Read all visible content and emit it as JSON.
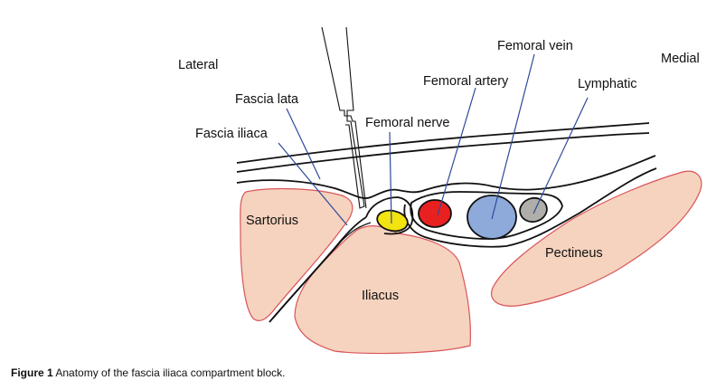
{
  "figure": {
    "orientation": {
      "left": "Lateral",
      "right": "Medial"
    },
    "labels": {
      "fascia_lata": "Fascia lata",
      "fascia_iliaca": "Fascia iliaca",
      "femoral_nerve": "Femoral nerve",
      "femoral_artery": "Femoral artery",
      "femoral_vein": "Femoral vein",
      "lymphatic": "Lymphatic"
    },
    "muscles": {
      "sartorius": "Sartorius",
      "iliacus": "Iliacus",
      "pectineus": "Pectineus"
    },
    "colors": {
      "muscle_fill": "#f6d3be",
      "muscle_stroke": "#d9545a",
      "nerve": "#f2e311",
      "artery": "#e8201f",
      "vein": "#8eaadb",
      "lymphatic": "#b0aeab",
      "leader_line": "#2c4a9a"
    }
  },
  "caption": {
    "label": "Figure 1",
    "text": " Anatomy of the fascia iliaca compartment block."
  }
}
